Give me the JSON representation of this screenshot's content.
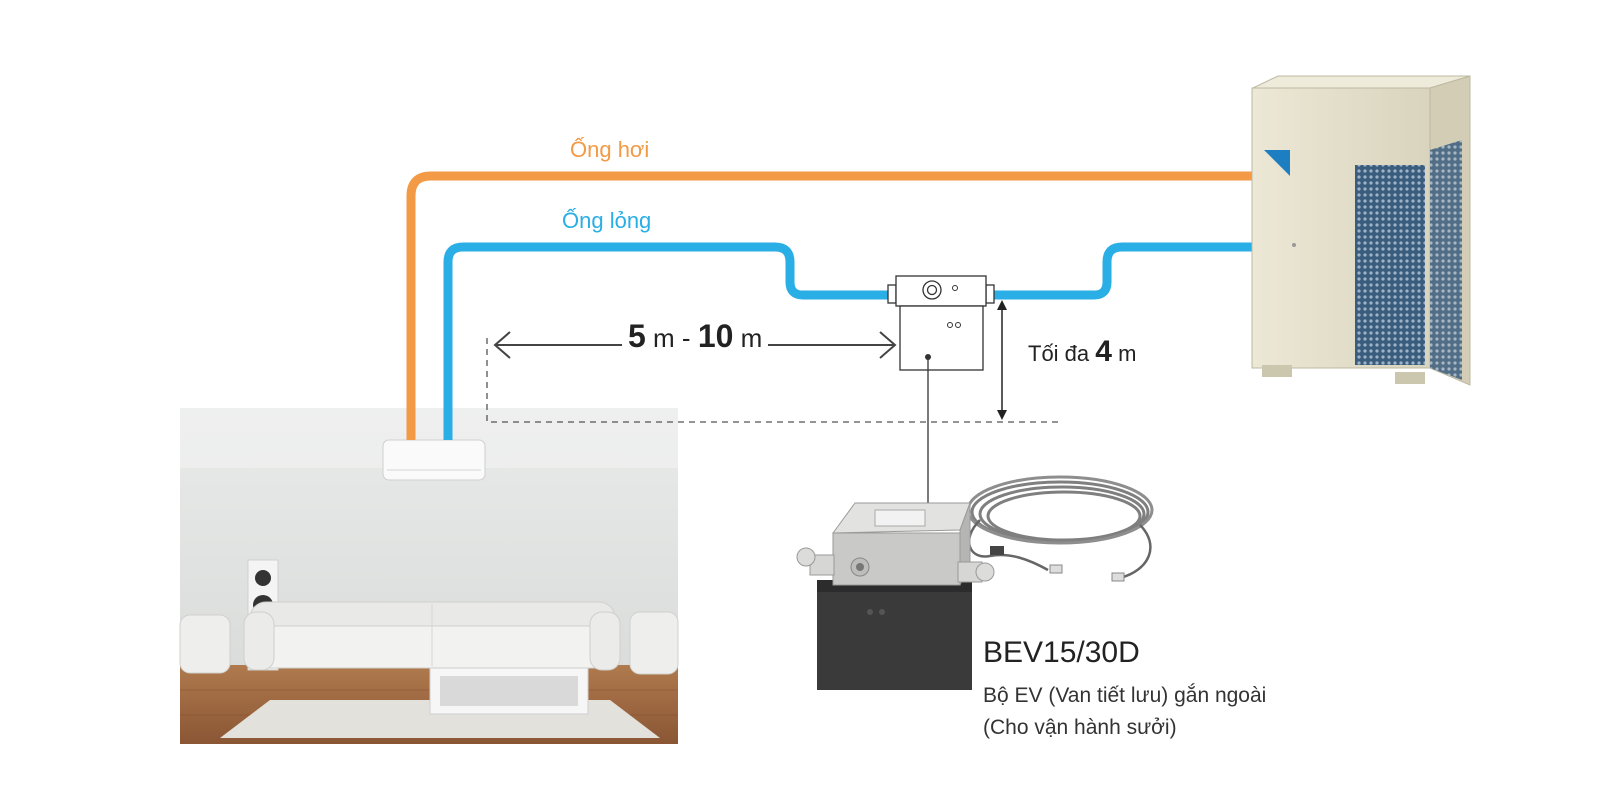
{
  "labels": {
    "gas_pipe": "Ống hơi",
    "liquid_pipe": "Ống lỏng",
    "distance_min": "5",
    "distance_sep": "m -",
    "distance_max": "10",
    "distance_unit": "m",
    "height_prefix": "Tối đa",
    "height_value": "4",
    "height_unit": "m",
    "model": "BEV15/30D",
    "desc_line1": "Bộ EV (Van tiết lưu) gắn ngoài",
    "desc_line2": "(Cho vận hành sưởi)"
  },
  "colors": {
    "gas_pipe": "#f29a45",
    "liquid_pipe": "#2aaee6",
    "outdoor_unit": "#e6e2cf",
    "fan_grille": "#2e4f70",
    "valve_body": "#c9c9c7",
    "valve_base": "#3a3a3a"
  }
}
